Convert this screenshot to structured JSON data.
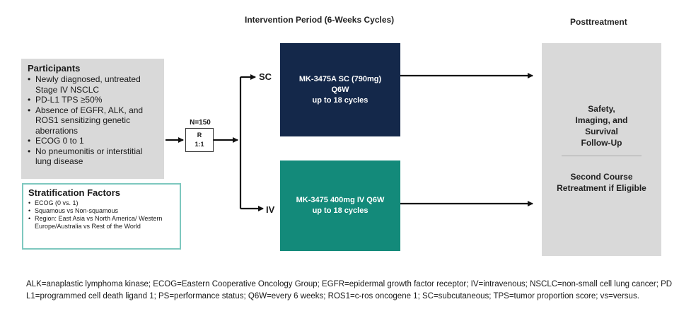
{
  "headers": {
    "intervention": "Intervention Period (6-Weeks Cycles)",
    "posttreatment": "Posttreatment"
  },
  "participants": {
    "title": "Participants",
    "items": [
      "Newly diagnosed, untreated Stage IV NSCLC",
      "PD-L1 TPS ≥50%",
      "Absence of EGFR, ALK, and ROS1 sensitizing genetic aberrations",
      "ECOG 0 to 1",
      "No pneumonitis or interstitial lung disease"
    ]
  },
  "stratification": {
    "title": "Stratification Factors",
    "items": [
      "ECOG (0 vs. 1)",
      "Squamous vs Non-squamous",
      "Region:  East Asia vs North America/ Western Europe/Australia vs Rest of the World"
    ]
  },
  "randomization": {
    "n_label": "N=150",
    "r_label": "R",
    "ratio": "1:1"
  },
  "arms": {
    "sc": {
      "label": "SC",
      "line1": "MK-3475A SC (790mg)",
      "line2": "Q6W",
      "line3": "up to 18 cycles"
    },
    "iv": {
      "label": "IV",
      "line1": "MK-3475 400mg IV Q6W",
      "line2": "up to 18 cycles"
    }
  },
  "posttreatment": {
    "block1": [
      "Safety,",
      "Imaging, and",
      "Survival",
      "Follow-Up"
    ],
    "block2": [
      "Second Course",
      "Retreatment if Eligible"
    ]
  },
  "footnote": "ALK=anaplastic lymphoma kinase; ECOG=Eastern Cooperative Oncology Group; EGFR=epidermal growth factor receptor; IV=intravenous; NSCLC=non-small cell lung cancer; PD L1=programmed cell death ligand 1; PS=performance status; Q6W=every 6 weeks; ROS1=c-ros oncogene 1; SC=subcutaneous; TPS=tumor proportion score; vs=versus.",
  "colors": {
    "sc_box": "#14284a",
    "iv_box": "#138a7a",
    "gray_box": "#d9d9d9",
    "strat_border": "#7ec8bf"
  }
}
